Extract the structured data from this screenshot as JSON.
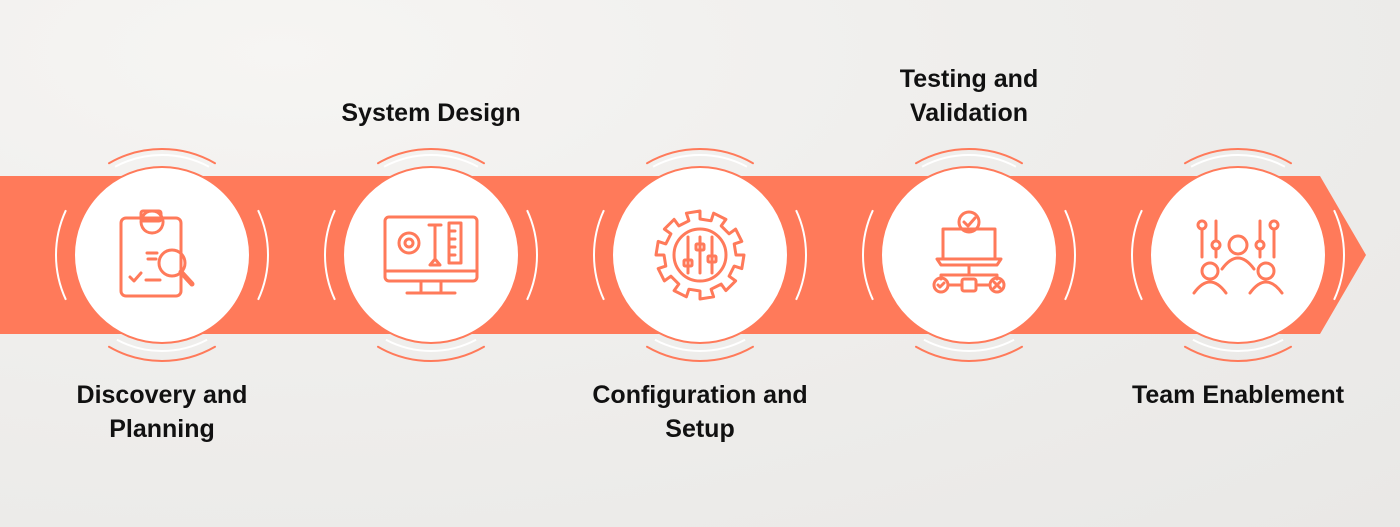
{
  "colors": {
    "accent": "#FF7A5A",
    "circle_fill": "#FFFFFF",
    "text": "#111111",
    "background": "#EFEEEC"
  },
  "steps": [
    {
      "label": "Discovery and\nPlanning",
      "icon": "clipboard-idea-search-icon",
      "label_position": "below"
    },
    {
      "label": "System Design",
      "icon": "monitor-gear-tools-icon",
      "label_position": "above"
    },
    {
      "label": "Configuration and\nSetup",
      "icon": "gear-sliders-icon",
      "label_position": "below"
    },
    {
      "label": "Testing and\nValidation",
      "icon": "laptop-check-network-icon",
      "label_position": "above"
    },
    {
      "label": "Team Enablement",
      "icon": "team-people-icon",
      "label_position": "below"
    }
  ]
}
